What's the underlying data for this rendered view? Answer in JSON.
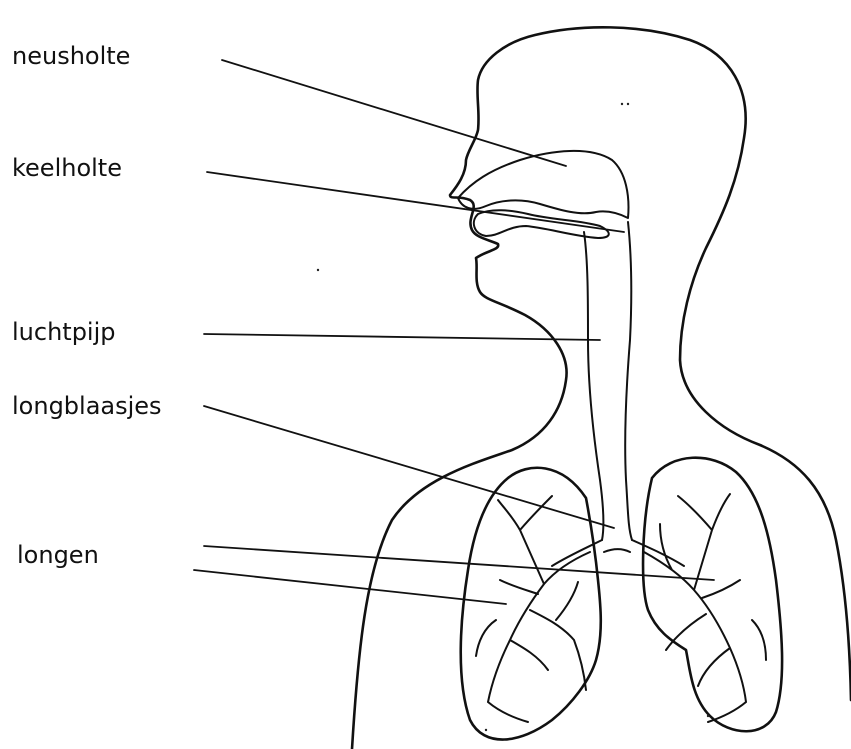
{
  "labels": {
    "neusholte": "neusholte",
    "keelholte": "keelholte",
    "luchtpijp": "luchtpijp",
    "longblaasjes": "longblaasjes",
    "longen": "longen"
  },
  "colors": {
    "line": "#111111",
    "background": "#ffffff"
  }
}
